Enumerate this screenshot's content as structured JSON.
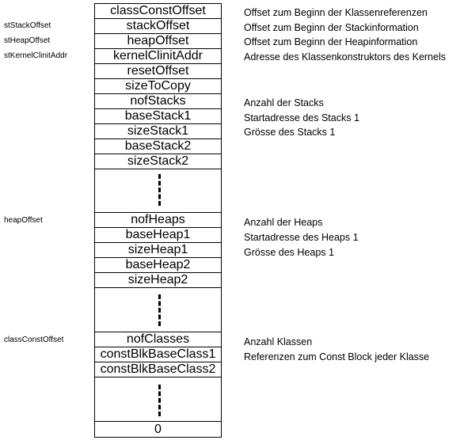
{
  "cells": [
    "classConstOffset",
    "stackOffset",
    "heapOffset",
    "kernelClinitAddr",
    "resetOffset",
    "sizeToCopy",
    "nofStacks",
    "baseStack1",
    "sizeStack1",
    "baseStack2",
    "sizeStack2",
    "",
    "nofHeaps",
    "baseHeap1",
    "sizeHeap1",
    "baseHeap2",
    "sizeHeap2",
    "",
    "nofClasses",
    "constBlkBaseClass1",
    "constBlkBaseClass2",
    "",
    "0"
  ],
  "left_labels": {
    "stack_offset": "stStackOffset",
    "heap_offset": "stHeapOffset",
    "kernel_clinit_addr": "stKernelClinitAddr",
    "heap_offset_field": "heapOffset",
    "class_const_offset": "classConstOffset"
  },
  "right_labels": {
    "class_const_offset": "Offset zum Beginn der Klassenreferenzen",
    "stack_offset": "Offset zum Beginn der Stackinformation",
    "heap_offset": "Offset zum Beginn der Heapinformation",
    "kernel_clinit_addr": "Adresse des Klassenkonstruktors des Kernels",
    "nof_stacks": "Anzahl der Stacks",
    "base_stack1": "Startadresse des Stacks 1",
    "size_stack1": "Grösse des Stacks 1",
    "nof_heaps": "Anzahl der Heaps",
    "base_heap1": "Startadresse des Heaps 1",
    "size_heap1": "Grösse des Heaps 1",
    "nof_classes": "Anzahl Klassen",
    "const_blk_base": "Referenzen zum Const Block jeder Klasse"
  }
}
